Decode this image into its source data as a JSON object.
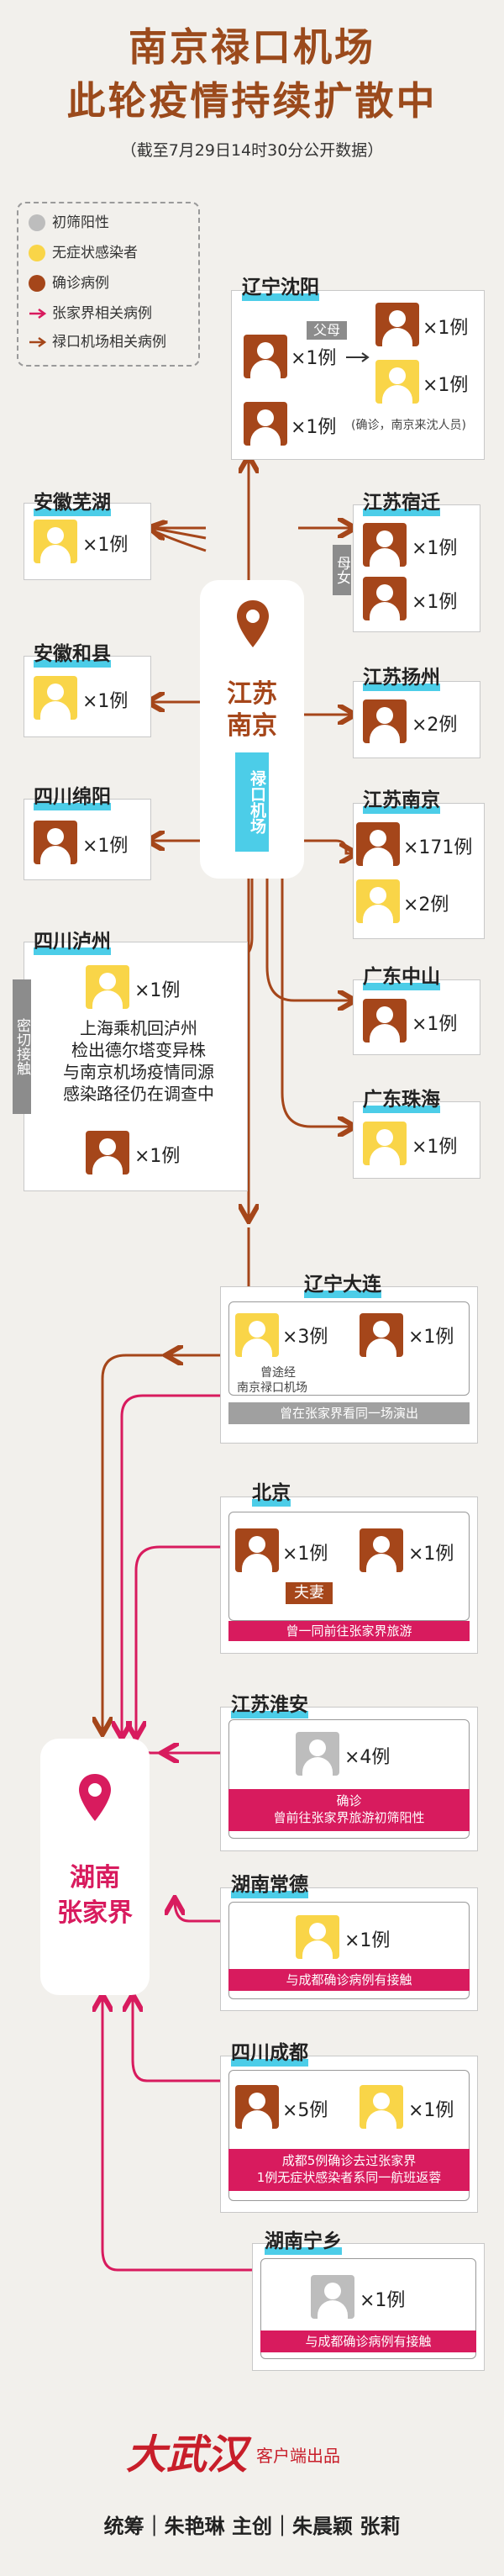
{
  "header": {
    "title_line1": "南京禄口机场",
    "title_line2": "此轮疫情持续扩散中",
    "subtitle": "（截至7月29日14时30分公开数据）"
  },
  "legend": {
    "items": [
      {
        "label": "初筛阳性",
        "color": "#bdbdbd",
        "kind": "dot"
      },
      {
        "label": "无症状感染者",
        "color": "#f9d548",
        "kind": "dot"
      },
      {
        "label": "确诊病例",
        "color": "#a5461a",
        "kind": "dot"
      },
      {
        "label": "张家界相关病例",
        "color": "#d81b5e",
        "kind": "arrow"
      },
      {
        "label": "禄口机场相关病例",
        "color": "#a5461a",
        "kind": "arrow"
      }
    ]
  },
  "hubs": {
    "nanjing": {
      "line1": "江苏",
      "line2": "南京",
      "sub": "禄口机场"
    },
    "zhangjiajie": {
      "line1": "湖南",
      "line2": "张家界"
    }
  },
  "cities": {
    "shenyang": {
      "name": "辽宁沈阳",
      "parent_tag": "父母",
      "count1": "×1例",
      "count_f": "×1例",
      "count_m": "×1例",
      "count2": "×1例",
      "note": "(确诊，南京来沈人员)"
    },
    "wuhu": {
      "name": "安徽芜湖",
      "count": "×1例"
    },
    "hexian": {
      "name": "安徽和县",
      "count": "×1例"
    },
    "mianyang": {
      "name": "四川绵阳",
      "count": "×1例"
    },
    "luzhou": {
      "name": "四川泸州",
      "count1": "×1例",
      "count2": "×1例",
      "side": "密切接触",
      "text1": "上海乘机回泸州",
      "text2": "检出德尔塔变异株",
      "text3": "与南京机场疫情同源",
      "text4": "感染路径仍在调查中"
    },
    "suqian": {
      "name": "江苏宿迁",
      "side": "母女",
      "count1": "×1例",
      "count2": "×1例"
    },
    "yangzhou": {
      "name": "江苏扬州",
      "count": "×2例"
    },
    "nanjing": {
      "name": "江苏南京",
      "count1": "×171例",
      "count2": "×2例"
    },
    "zhongshan": {
      "name": "广东中山",
      "count": "×1例"
    },
    "zhuhai": {
      "name": "广东珠海",
      "count": "×1例"
    },
    "dalian": {
      "name": "辽宁大连",
      "count1": "×3例",
      "count2": "×1例",
      "note1": "曾途经",
      "note2": "南京禄口机场",
      "bar": "曾在张家界看同一场演出"
    },
    "beijing": {
      "name": "北京",
      "count1": "×1例",
      "count2": "×1例",
      "couple": "夫妻",
      "bar": "曾一同前往张家界旅游"
    },
    "huaian": {
      "name": "江苏淮安",
      "count": "×4例",
      "bar1": "确诊",
      "bar2": "曾前往张家界旅游初筛阳性"
    },
    "changde": {
      "name": "湖南常德",
      "count": "×1例",
      "bar": "与成都确诊病例有接触"
    },
    "chengdu": {
      "name": "四川成都",
      "count1": "×5例",
      "count2": "×1例",
      "bar1": "成都5例确诊去过张家界",
      "bar2": "1例无症状感染者系同一航班返蓉"
    },
    "ningxiang": {
      "name": "湖南宁乡",
      "count": "×1例",
      "bar": "与成都确诊病例有接触"
    }
  },
  "footer": {
    "brand": "大武汉",
    "brand_sub": "客户端出品",
    "credits": "统筹｜朱艳琳 主创｜朱晨颖 张莉"
  },
  "colors": {
    "brown": "#a5461a",
    "pink": "#d81b5e",
    "yellow": "#f9d548",
    "gray": "#bdbdbd",
    "cyan": "#4ccde8",
    "title": "#9b4a1c"
  }
}
